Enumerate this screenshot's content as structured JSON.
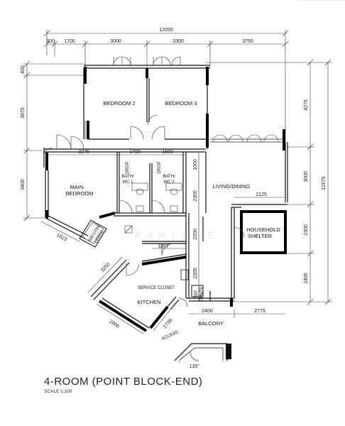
{
  "title": "4-ROOM (POINT BLOCK-END)",
  "scale": "SCALE 1:100",
  "watermark": "PARLENE",
  "rooms": {
    "bedroom2": "BEDROOM 2",
    "bedroom3": "BEDROOM 3",
    "main_bedroom_1": "MAIN",
    "main_bedroom_2": "BEDROOM",
    "bath1_1": "BATH/",
    "bath1_2": "WC 1",
    "bath2_1": "BATH/",
    "bath2_2": "WC 2",
    "living": "LIVING/DINING",
    "shelter_1": "HOUSEHOLD",
    "shelter_2": "SHELTER",
    "service": "SERVICE CLOSET",
    "kitchen": "KITCHEN",
    "balcony": "BALCONY",
    "access": "ACCESS",
    "aircon_1": "AIR-CON",
    "aircon_2": "LEDGE",
    "drop1": "DROP",
    "drop2": "DROP",
    "refuse_1": "REF.",
    "refuse_2": "CHUTE"
  },
  "dims": {
    "overall_top": "12050",
    "top_300": "300",
    "top_1700": "1700",
    "top_3000": "3000",
    "top_3300": "3300",
    "top_3750": "3750",
    "left_400": "400",
    "left_3875": "3875",
    "left_3400": "3400",
    "right_4275": "4275",
    "right_3000": "3000",
    "right_2300": "2300",
    "right_2400": "2400",
    "overall_right": "11975",
    "mid_3275": "3275",
    "mid_1700": "1700",
    "mid_1600": "1600",
    "mid_1000": "1000",
    "mid_2300": "2300",
    "mid_2200a": "2200",
    "mid_2200b": "2200",
    "mid_2125": "2125",
    "mid_1857": "1857",
    "mid_1823": "1823",
    "mid_3250": "3250",
    "mid_2800": "2800",
    "mid_2739": "2739",
    "bot_2400": "2400",
    "bot_2775": "2775",
    "angle": "135°"
  }
}
